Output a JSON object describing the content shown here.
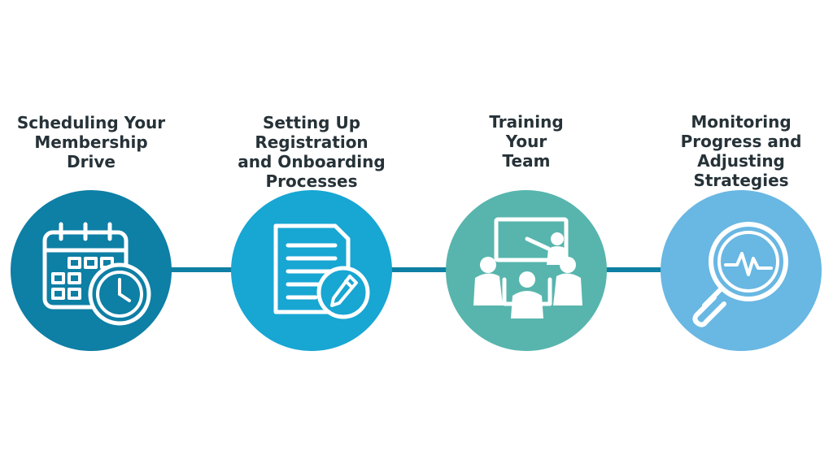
{
  "colors": {
    "connector": "#0f7fa3",
    "title_text": "#263238",
    "icon_stroke": "#ffffff"
  },
  "steps": [
    {
      "title_lines": [
        "Scheduling Your",
        "Membership",
        "Drive"
      ],
      "icon": "calendar-clock-icon",
      "color": "#0e7fa5"
    },
    {
      "title_lines": [
        "Setting Up",
        "Registration",
        "and Onboarding",
        "Processes"
      ],
      "icon": "document-pencil-icon",
      "color": "#18a6d3"
    },
    {
      "title_lines": [
        "Training",
        "Your",
        "Team"
      ],
      "icon": "team-presentation-icon",
      "color": "#57b5ad"
    },
    {
      "title_lines": [
        "Monitoring",
        "Progress and",
        "Adjusting",
        "Strategies"
      ],
      "icon": "magnifier-pulse-icon",
      "color": "#69b7e3"
    }
  ]
}
